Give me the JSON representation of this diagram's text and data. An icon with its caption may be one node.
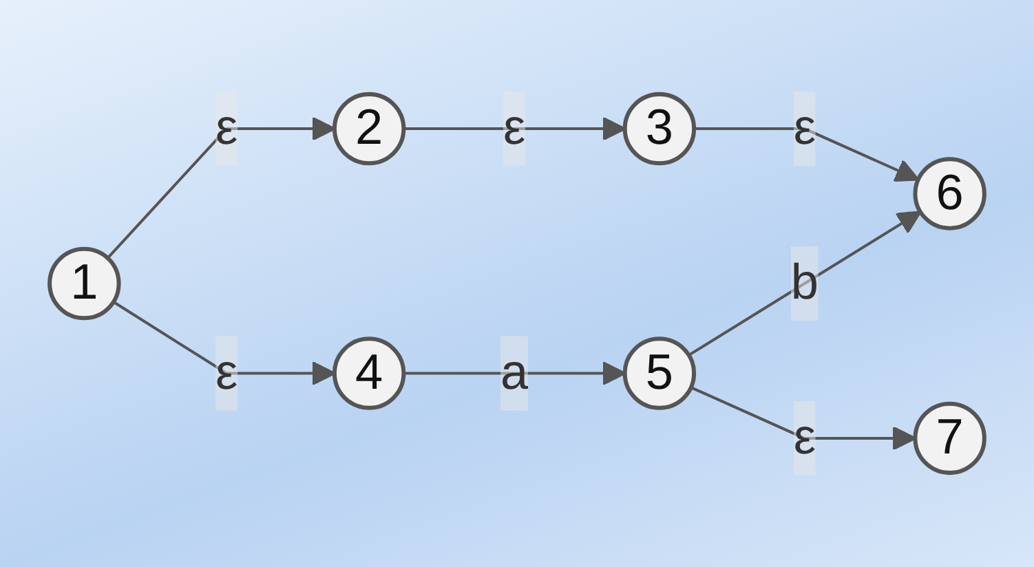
{
  "diagram": {
    "nodes": [
      {
        "text": [
          "1"
        ]
      },
      {
        "text": [
          "2"
        ]
      },
      {
        "text": [
          "3"
        ]
      },
      {
        "text": [
          "4"
        ]
      },
      {
        "text": [
          "5"
        ]
      },
      {
        "text": [
          "6"
        ]
      },
      {
        "text": [
          "7"
        ]
      }
    ],
    "edges": [
      {
        "from": 0,
        "to": 1,
        "arrow": "to",
        "label": "ε"
      },
      {
        "from": 1,
        "to": 2,
        "arrow": "to",
        "label": "ε"
      },
      {
        "from": 2,
        "to": 5,
        "arrow": "to",
        "label": "ε"
      },
      {
        "from": 0,
        "to": 3,
        "arrow": "to",
        "label": "ε"
      },
      {
        "from": 3,
        "to": 4,
        "arrow": "to",
        "label": "a"
      },
      {
        "from": 4,
        "to": 5,
        "arrow": "to",
        "label": "b"
      },
      {
        "from": 4,
        "to": 6,
        "arrow": "to",
        "label": "ε"
      }
    ]
  }
}
